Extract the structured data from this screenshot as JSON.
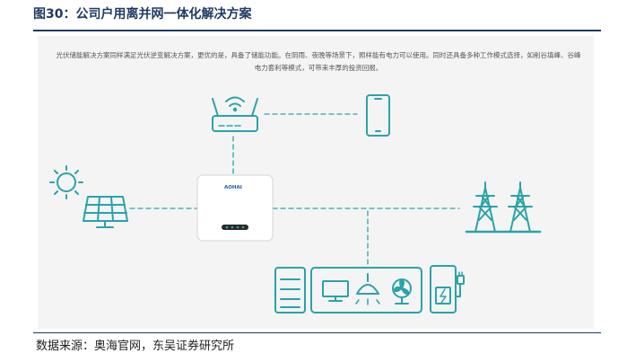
{
  "figure_title": "图30：公司户用离并网一体化解决方案",
  "description": "光伏储能解决方案同样满足光伏逆变解决方案，更优的是，具备了储能功能。在阴雨、夜晚等场景下，照样能有电力可以使用。同时还具备多种工作模式选择，如削谷填峰、谷峰电力套利等模式，可带来丰厚的投资回报。",
  "source_note": "数据来源：奥海官网，东吴证券研究所",
  "inverter_brand": "AOHAI",
  "colors": {
    "title": "#1f3a63",
    "accent": "#2aa3a8",
    "panel_bg": "#f4f4f4"
  },
  "icons": [
    "sun-icon",
    "solar-panel-icon",
    "wifi-router-icon",
    "smartphone-icon",
    "inverter-box",
    "power-tower-icon",
    "battery-icon",
    "tv-icon",
    "ceiling-lamp-icon",
    "fan-icon",
    "ev-charger-icon"
  ]
}
